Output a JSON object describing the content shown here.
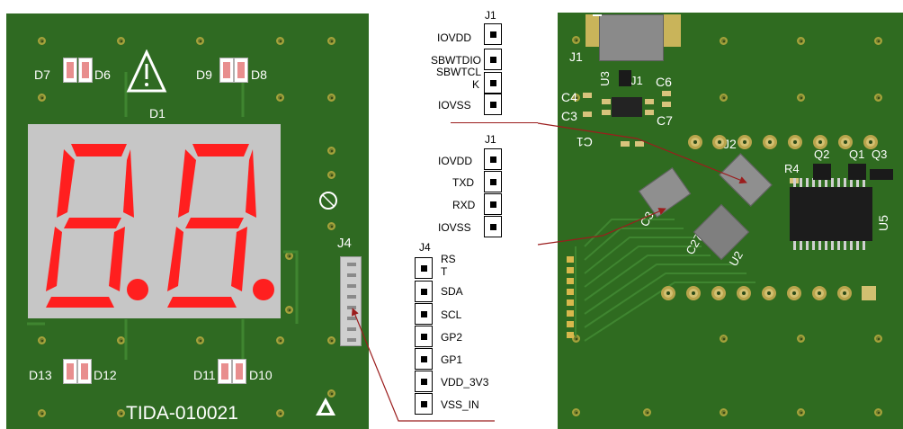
{
  "left_board": {
    "title_text": "TIDA-010021",
    "display_label": "D1",
    "connector_label": "J4",
    "display_digits": "8.8.",
    "pb_symbol": "Pb",
    "leds": [
      {
        "left": "D7",
        "right": "D6"
      },
      {
        "left": "D9",
        "right": "D8"
      },
      {
        "left": "D13",
        "right": "D12"
      },
      {
        "left": "D11",
        "right": "D10"
      }
    ]
  },
  "schematic": {
    "j1_top": {
      "title": "J1",
      "pins": [
        "IOVDD",
        "SBWTDIO",
        "SBWTCL\nK",
        "IOVSS"
      ]
    },
    "j1_mid": {
      "title": "J1",
      "pins": [
        "IOVDD",
        "TXD",
        "RXD",
        "IOVSS"
      ]
    },
    "j4": {
      "title": "J4",
      "pins": [
        "RS\nT",
        "SDA",
        "SCL",
        "GP2",
        "GP1",
        "VDD_3V3",
        "VSS_IN"
      ]
    }
  },
  "right_board": {
    "labels": [
      "J1",
      "U3",
      "J1",
      "C6",
      "C4",
      "C3",
      "C7",
      "C1",
      "J2",
      "R4",
      "Q2",
      "Q1",
      "Q3",
      "U5",
      "U2",
      "C27",
      "C3"
    ]
  },
  "colors": {
    "pcb": "#2f6a22",
    "segment": "#ff2020",
    "pointer": "#9b1d1d"
  }
}
